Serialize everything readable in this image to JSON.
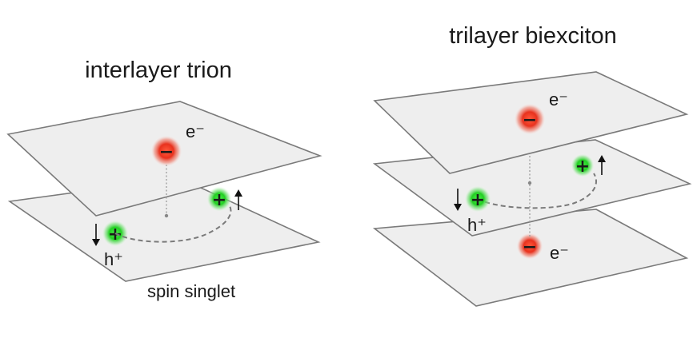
{
  "panels": {
    "left": {
      "title": "interlayer trion",
      "electron_label": "e⁻",
      "hole_label": "h⁺",
      "caption": "spin singlet"
    },
    "right": {
      "title": "trilayer biexciton",
      "top_electron_label": "e⁻",
      "hole_label": "h⁺",
      "bottom_electron_label": "e⁻"
    }
  },
  "symbols": {
    "electron_sign": "−",
    "hole_sign": "+"
  },
  "colors": {
    "plane_fill": "#eeeeee",
    "plane_stroke": "#7a7a7a",
    "electron": "#e8321e",
    "hole": "#22d022"
  }
}
